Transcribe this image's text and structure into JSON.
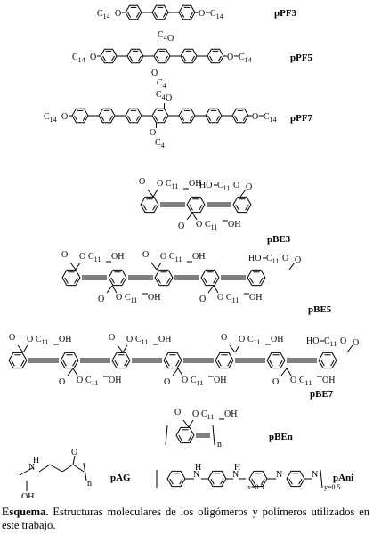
{
  "molecules": [
    {
      "id": "pPF3",
      "label": "pPF3"
    },
    {
      "id": "pPF5",
      "label": "pPF5"
    },
    {
      "id": "pPF7",
      "label": "pPF7"
    },
    {
      "id": "pBE3",
      "label": "pBE3"
    },
    {
      "id": "pBE5",
      "label": "pBE5"
    },
    {
      "id": "pBE7",
      "label": "pBE7"
    },
    {
      "id": "pBEn",
      "label": "pBEn"
    },
    {
      "id": "pAG",
      "label": "pAG"
    },
    {
      "id": "pAni",
      "label": "pAni"
    }
  ],
  "fragments": {
    "c14": "C",
    "c14_sub": "14",
    "c4": "C",
    "c4_sub": "4",
    "o": "O",
    "ester_o": "O",
    "c11": "C",
    "c11_sub": "11",
    "oh": "OH",
    "ho": "HO",
    "n_sub": "n",
    "nh": "N",
    "h": "H",
    "cooh": "OH",
    "pani_x": "x=0.5",
    "pani_y": "y=0.5"
  },
  "caption": {
    "bold": "Esquema.",
    "text": " Estructuras moleculares de los oligómeros y polímeros utilizados en este trabajo."
  }
}
